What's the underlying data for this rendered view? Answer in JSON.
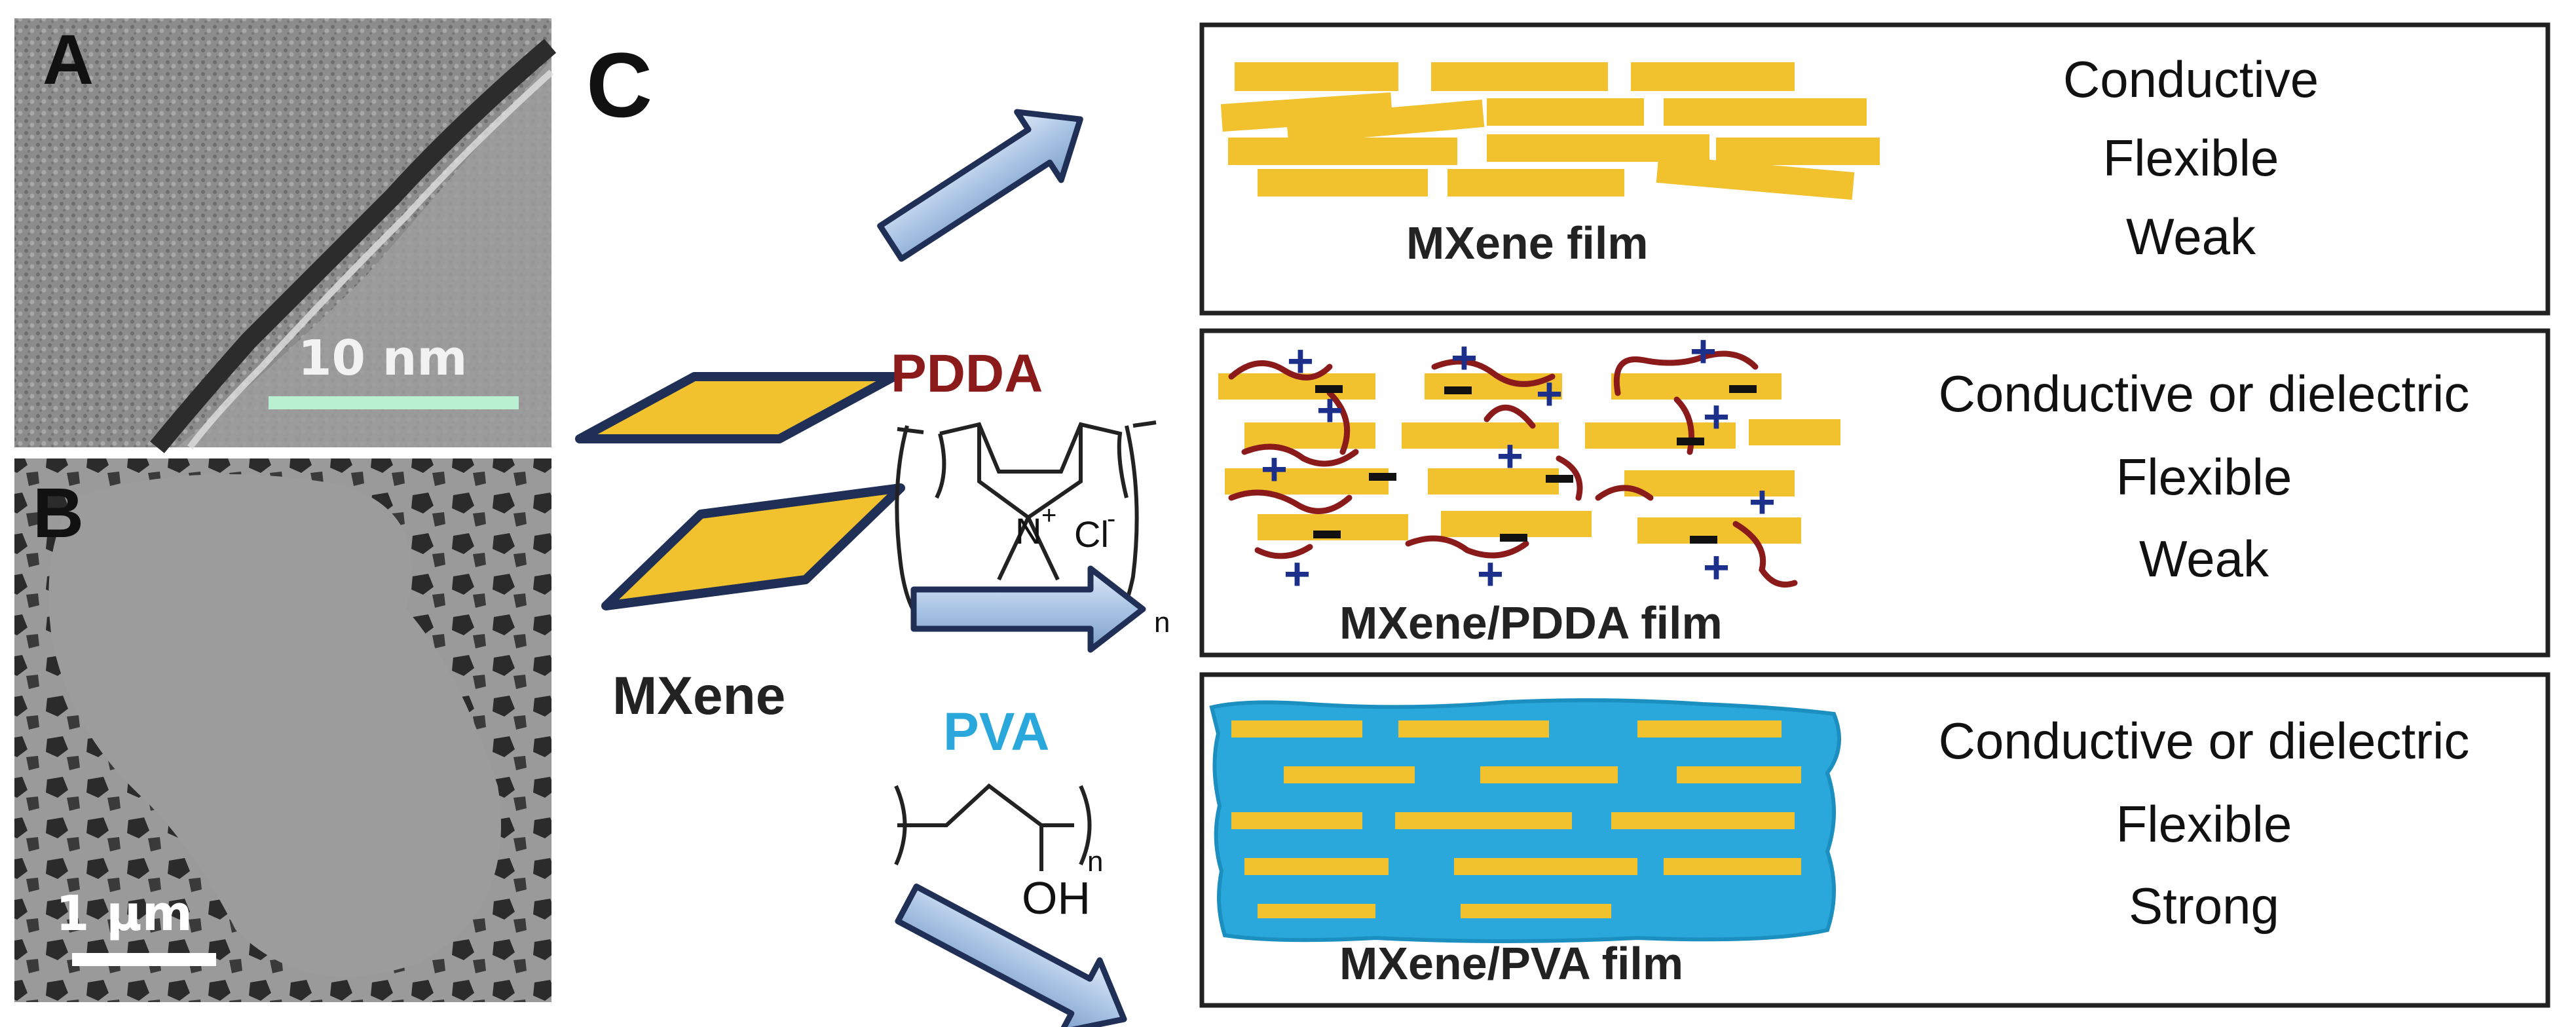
{
  "panels": {
    "a_label": "A",
    "b_label": "B",
    "c_label": "C",
    "a_scalebar": "10 nm",
    "b_scalebar": "1 µm"
  },
  "left": {
    "mxene_label": "MXene",
    "pdda_label": "PDDA",
    "pva_label": "PVA",
    "pdda_counterion": "Cl",
    "pdda_counterion_charge": "-",
    "pdda_cation": "N",
    "pdda_cation_charge": "+",
    "pdda_subscript": "n",
    "pva_subscript": "n",
    "pva_oh": "OH"
  },
  "films": [
    {
      "label": "MXene film",
      "properties": [
        "Conductive",
        "Flexible",
        "Weak"
      ]
    },
    {
      "label": "MXene/PDDA film",
      "properties": [
        "Conductive or dielectric",
        "Flexible",
        "Weak"
      ]
    },
    {
      "label": "MXene/PVA film",
      "properties": [
        "Conductive or dielectric",
        "Flexible",
        "Strong"
      ]
    }
  ],
  "colors": {
    "mxene": "#f2c12e",
    "mxene_edge": "#1f2f55",
    "pdda": "#8b1a1a",
    "pva": "#2aa8dc",
    "arrow": "#a9c4e4",
    "plus": "#1c2f8a",
    "minus": "#111111",
    "tem_bg": "#8f8f8f",
    "scalebar_a": "#b9f0d2"
  }
}
